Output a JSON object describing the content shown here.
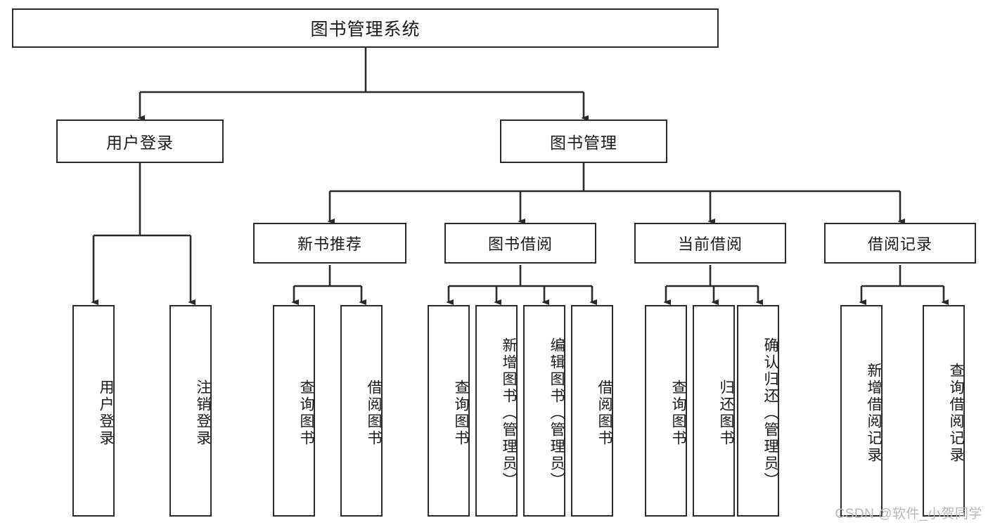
{
  "diagram": {
    "type": "tree-hierarchy-chart",
    "title": "图书管理系统",
    "orientation": "top-down",
    "box_stroke_color": "#2b2b2b",
    "box_fill_color": "#ffffff",
    "text_color": "#1a1a1a",
    "nodes": {
      "root": {
        "id": "root",
        "label": "图书管理系统",
        "level": 1,
        "text_direction": "horizontal"
      },
      "level2": [
        {
          "id": "user-login",
          "label": "用户登录",
          "level": 2,
          "text_direction": "horizontal"
        },
        {
          "id": "book-management",
          "label": "图书管理",
          "level": 2,
          "text_direction": "horizontal"
        }
      ],
      "level3": [
        {
          "id": "new-book-recommend",
          "label": "新书推荐",
          "level": 3,
          "text_direction": "horizontal"
        },
        {
          "id": "book-borrow",
          "label": "图书借阅",
          "level": 3,
          "text_direction": "horizontal"
        },
        {
          "id": "current-borrow",
          "label": "当前借阅",
          "level": 3,
          "text_direction": "horizontal"
        },
        {
          "id": "borrow-record",
          "label": "借阅记录",
          "level": 3,
          "text_direction": "horizontal"
        }
      ],
      "leaves": [
        {
          "id": "leaf-user-login",
          "label": "用户登录",
          "parent": "user-login",
          "text_direction": "vertical"
        },
        {
          "id": "leaf-user-logout",
          "label": "注销登录",
          "parent": "user-login",
          "text_direction": "vertical"
        },
        {
          "id": "leaf-query-book-1",
          "label": "查询图书",
          "parent": "new-book-recommend",
          "text_direction": "vertical"
        },
        {
          "id": "leaf-borrow-book-1",
          "label": "借阅图书",
          "parent": "new-book-recommend",
          "text_direction": "vertical"
        },
        {
          "id": "leaf-query-book-2",
          "label": "查询图书",
          "parent": "book-borrow",
          "text_direction": "vertical"
        },
        {
          "id": "leaf-add-book",
          "label": "新增图书（管理员）",
          "parent": "book-borrow",
          "text_direction": "vertical"
        },
        {
          "id": "leaf-edit-book",
          "label": "编辑图书（管理员）",
          "parent": "book-borrow",
          "text_direction": "vertical"
        },
        {
          "id": "leaf-borrow-book-2",
          "label": "借阅图书",
          "parent": "book-borrow",
          "text_direction": "vertical"
        },
        {
          "id": "leaf-query-book-3",
          "label": "查询图书",
          "parent": "current-borrow",
          "text_direction": "vertical"
        },
        {
          "id": "leaf-return-book",
          "label": "归还图书",
          "parent": "current-borrow",
          "text_direction": "vertical"
        },
        {
          "id": "leaf-confirm-return",
          "label": "确认归还（管理员）",
          "parent": "current-borrow",
          "text_direction": "vertical"
        },
        {
          "id": "leaf-add-record",
          "label": "新增借阅记录",
          "parent": "borrow-record",
          "text_direction": "vertical"
        },
        {
          "id": "leaf-query-record",
          "label": "查询借阅记录",
          "parent": "borrow-record",
          "text_direction": "vertical"
        }
      ]
    }
  },
  "watermark": {
    "text": "CSDN @软件_小贺同学"
  }
}
